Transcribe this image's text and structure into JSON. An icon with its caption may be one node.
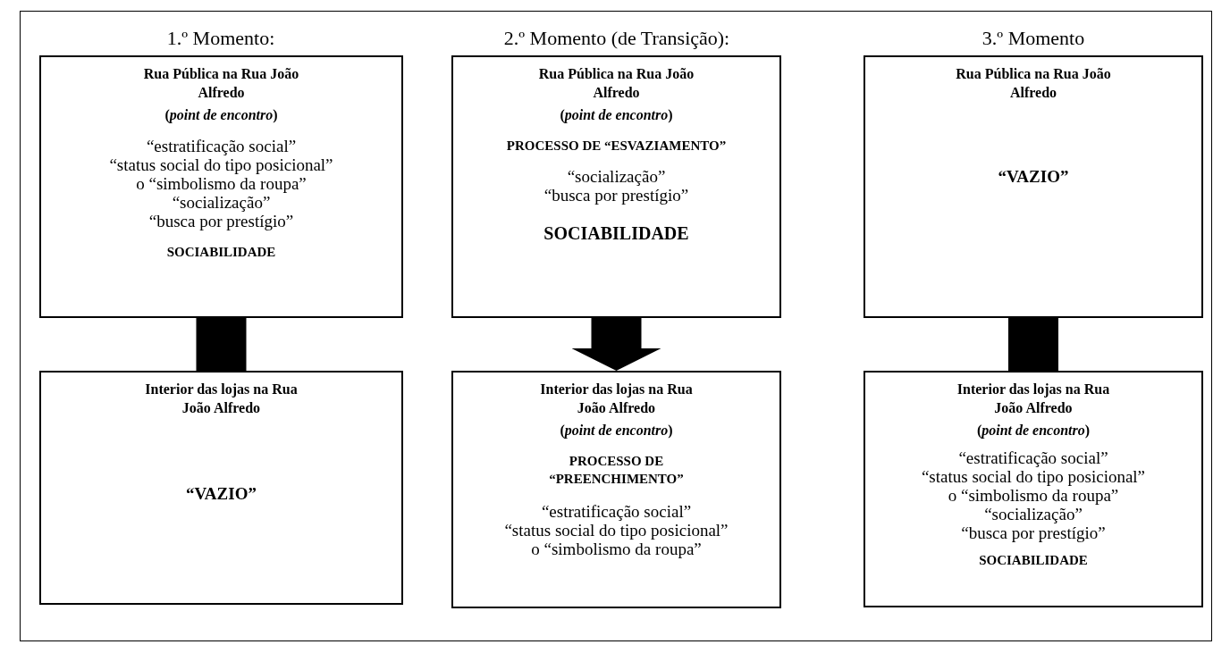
{
  "diagram": {
    "nodes": [
      {
        "text": [
          "Rua Pública na Rua João Alfredo",
          "(*point de encontro*)",
          "“estratificação social”",
          "“status social do tipo posicional”",
          "o “simbolismo da roupa”",
          "“socialização”",
          "“busca por prestígio”",
          "SOCIABILIDADE"
        ]
      },
      {
        "text": [
          "Rua Pública na Rua João Alfredo",
          "(*point de encontro*)",
          "PROCESSO DE “ESVAZIAMENTO”",
          "“socialização”",
          "“busca por prestígio”",
          "SOCIABILIDADE"
        ]
      },
      {
        "text": [
          "Rua Pública na Rua João Alfredo",
          "“VAZIO”"
        ]
      },
      {
        "text": [
          "Interior das lojas na Rua João Alfredo",
          "“VAZIO”"
        ]
      },
      {
        "text": [
          "Interior das lojas na Rua João Alfredo",
          "(*point de encontro*)",
          "PROCESSO DE “PREENCHIMENTO”",
          "“estratificação social”",
          "“status social do tipo posicional”",
          "o “simbolismo da roupa”"
        ]
      },
      {
        "text": [
          "Interior das lojas na Rua João Alfredo",
          "(*point de encontro*)",
          "“estratificação social”",
          "“status social do tipo posicional”",
          "o “simbolismo da roupa”",
          "“socialização”",
          "“busca por prestígio”",
          "SOCIABILIDADE"
        ]
      }
    ],
    "edges": [
      {
        "from": 0,
        "to": 3,
        "arrow": "none"
      },
      {
        "from": 1,
        "to": 4,
        "arrow": "to"
      },
      {
        "from": 2,
        "to": 5,
        "arrow": "none"
      }
    ],
    "labels": [
      "1.º Momento:",
      "2.º Momento (de Transição):",
      "3.º Momento"
    ]
  }
}
